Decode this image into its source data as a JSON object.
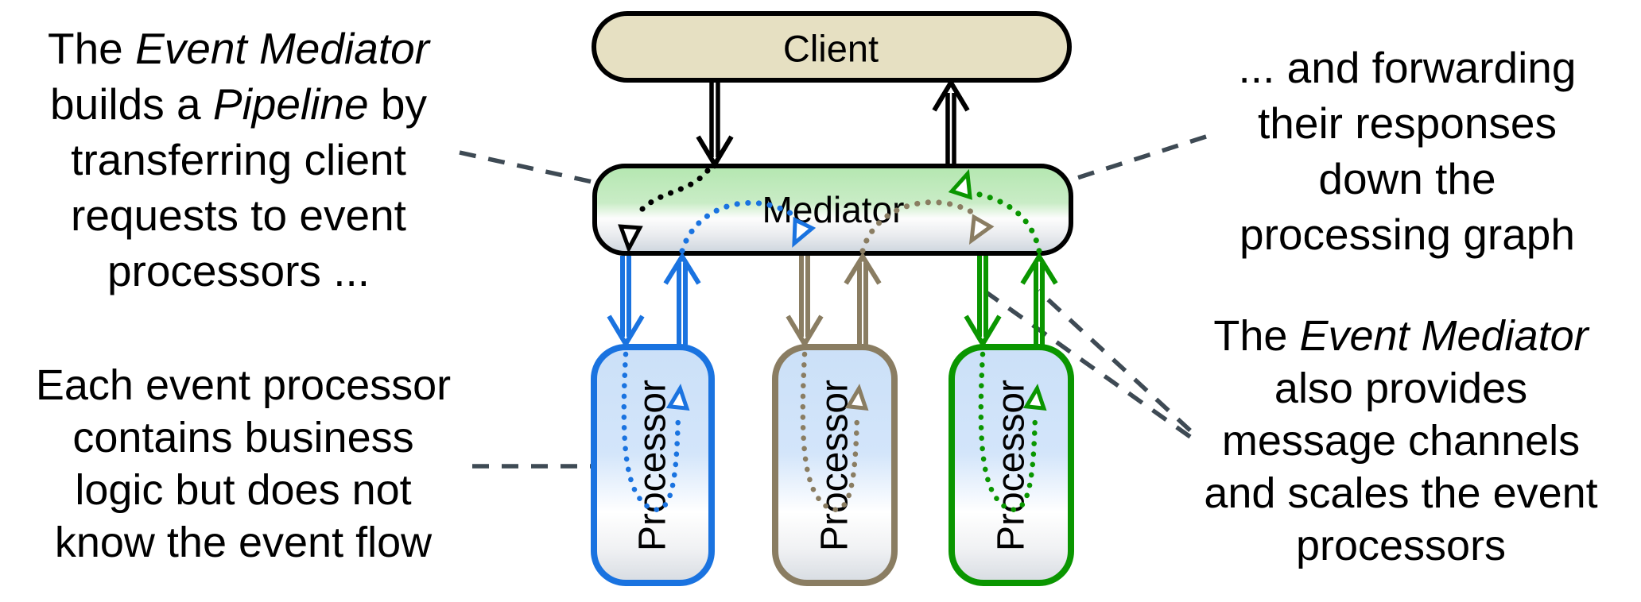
{
  "diagram": {
    "nodes": {
      "client": {
        "label": "Client"
      },
      "mediator": {
        "label": "Mediator"
      },
      "processor1": {
        "label": "Processor"
      },
      "processor2": {
        "label": "Processor"
      },
      "processor3": {
        "label": "Processor"
      }
    },
    "colors": {
      "outline": "#000000",
      "client_fill": "#e6e0c2",
      "mediator_gradient_top": "#b4e7b0",
      "mediator_gradient_bottom": "#ccd4dd",
      "processor_gradient_top": "#cbe0f8",
      "processor_gradient_bottom": "#d7dce2",
      "channel_blue": "#1a73e0",
      "channel_tan": "#8a7d62",
      "channel_green": "#0a9600",
      "route_black": "#000000",
      "leader_dash": "#3e4a54",
      "text": "#000000"
    },
    "annotations": {
      "left_top": {
        "lines": [
          [
            {
              "t": "The ",
              "i": 0
            },
            {
              "t": "Event Mediator",
              "i": 1
            }
          ],
          [
            {
              "t": "builds a ",
              "i": 0
            },
            {
              "t": "Pipeline",
              "i": 1
            },
            {
              "t": " by",
              "i": 0
            }
          ],
          [
            {
              "t": "transferring client",
              "i": 0
            }
          ],
          [
            {
              "t": "requests to event",
              "i": 0
            }
          ],
          [
            {
              "t": "processors ...",
              "i": 0
            }
          ]
        ]
      },
      "left_bottom": {
        "lines": [
          [
            {
              "t": "Each event processor",
              "i": 0
            }
          ],
          [
            {
              "t": "contains business",
              "i": 0
            }
          ],
          [
            {
              "t": "logic but does not",
              "i": 0
            }
          ],
          [
            {
              "t": "know the event flow",
              "i": 0
            }
          ]
        ]
      },
      "right_top": {
        "lines": [
          [
            {
              "t": "... and forwarding",
              "i": 0
            }
          ],
          [
            {
              "t": "their responses",
              "i": 0
            }
          ],
          [
            {
              "t": "down the",
              "i": 0
            }
          ],
          [
            {
              "t": "processing graph",
              "i": 0
            }
          ]
        ]
      },
      "right_bottom": {
        "lines": [
          [
            {
              "t": "The ",
              "i": 0
            },
            {
              "t": "Event Mediator",
              "i": 1
            }
          ],
          [
            {
              "t": "also provides",
              "i": 0
            }
          ],
          [
            {
              "t": "message channels",
              "i": 0
            }
          ],
          [
            {
              "t": "and scales the event",
              "i": 0
            }
          ],
          [
            {
              "t": "processors",
              "i": 0
            }
          ]
        ]
      }
    }
  }
}
